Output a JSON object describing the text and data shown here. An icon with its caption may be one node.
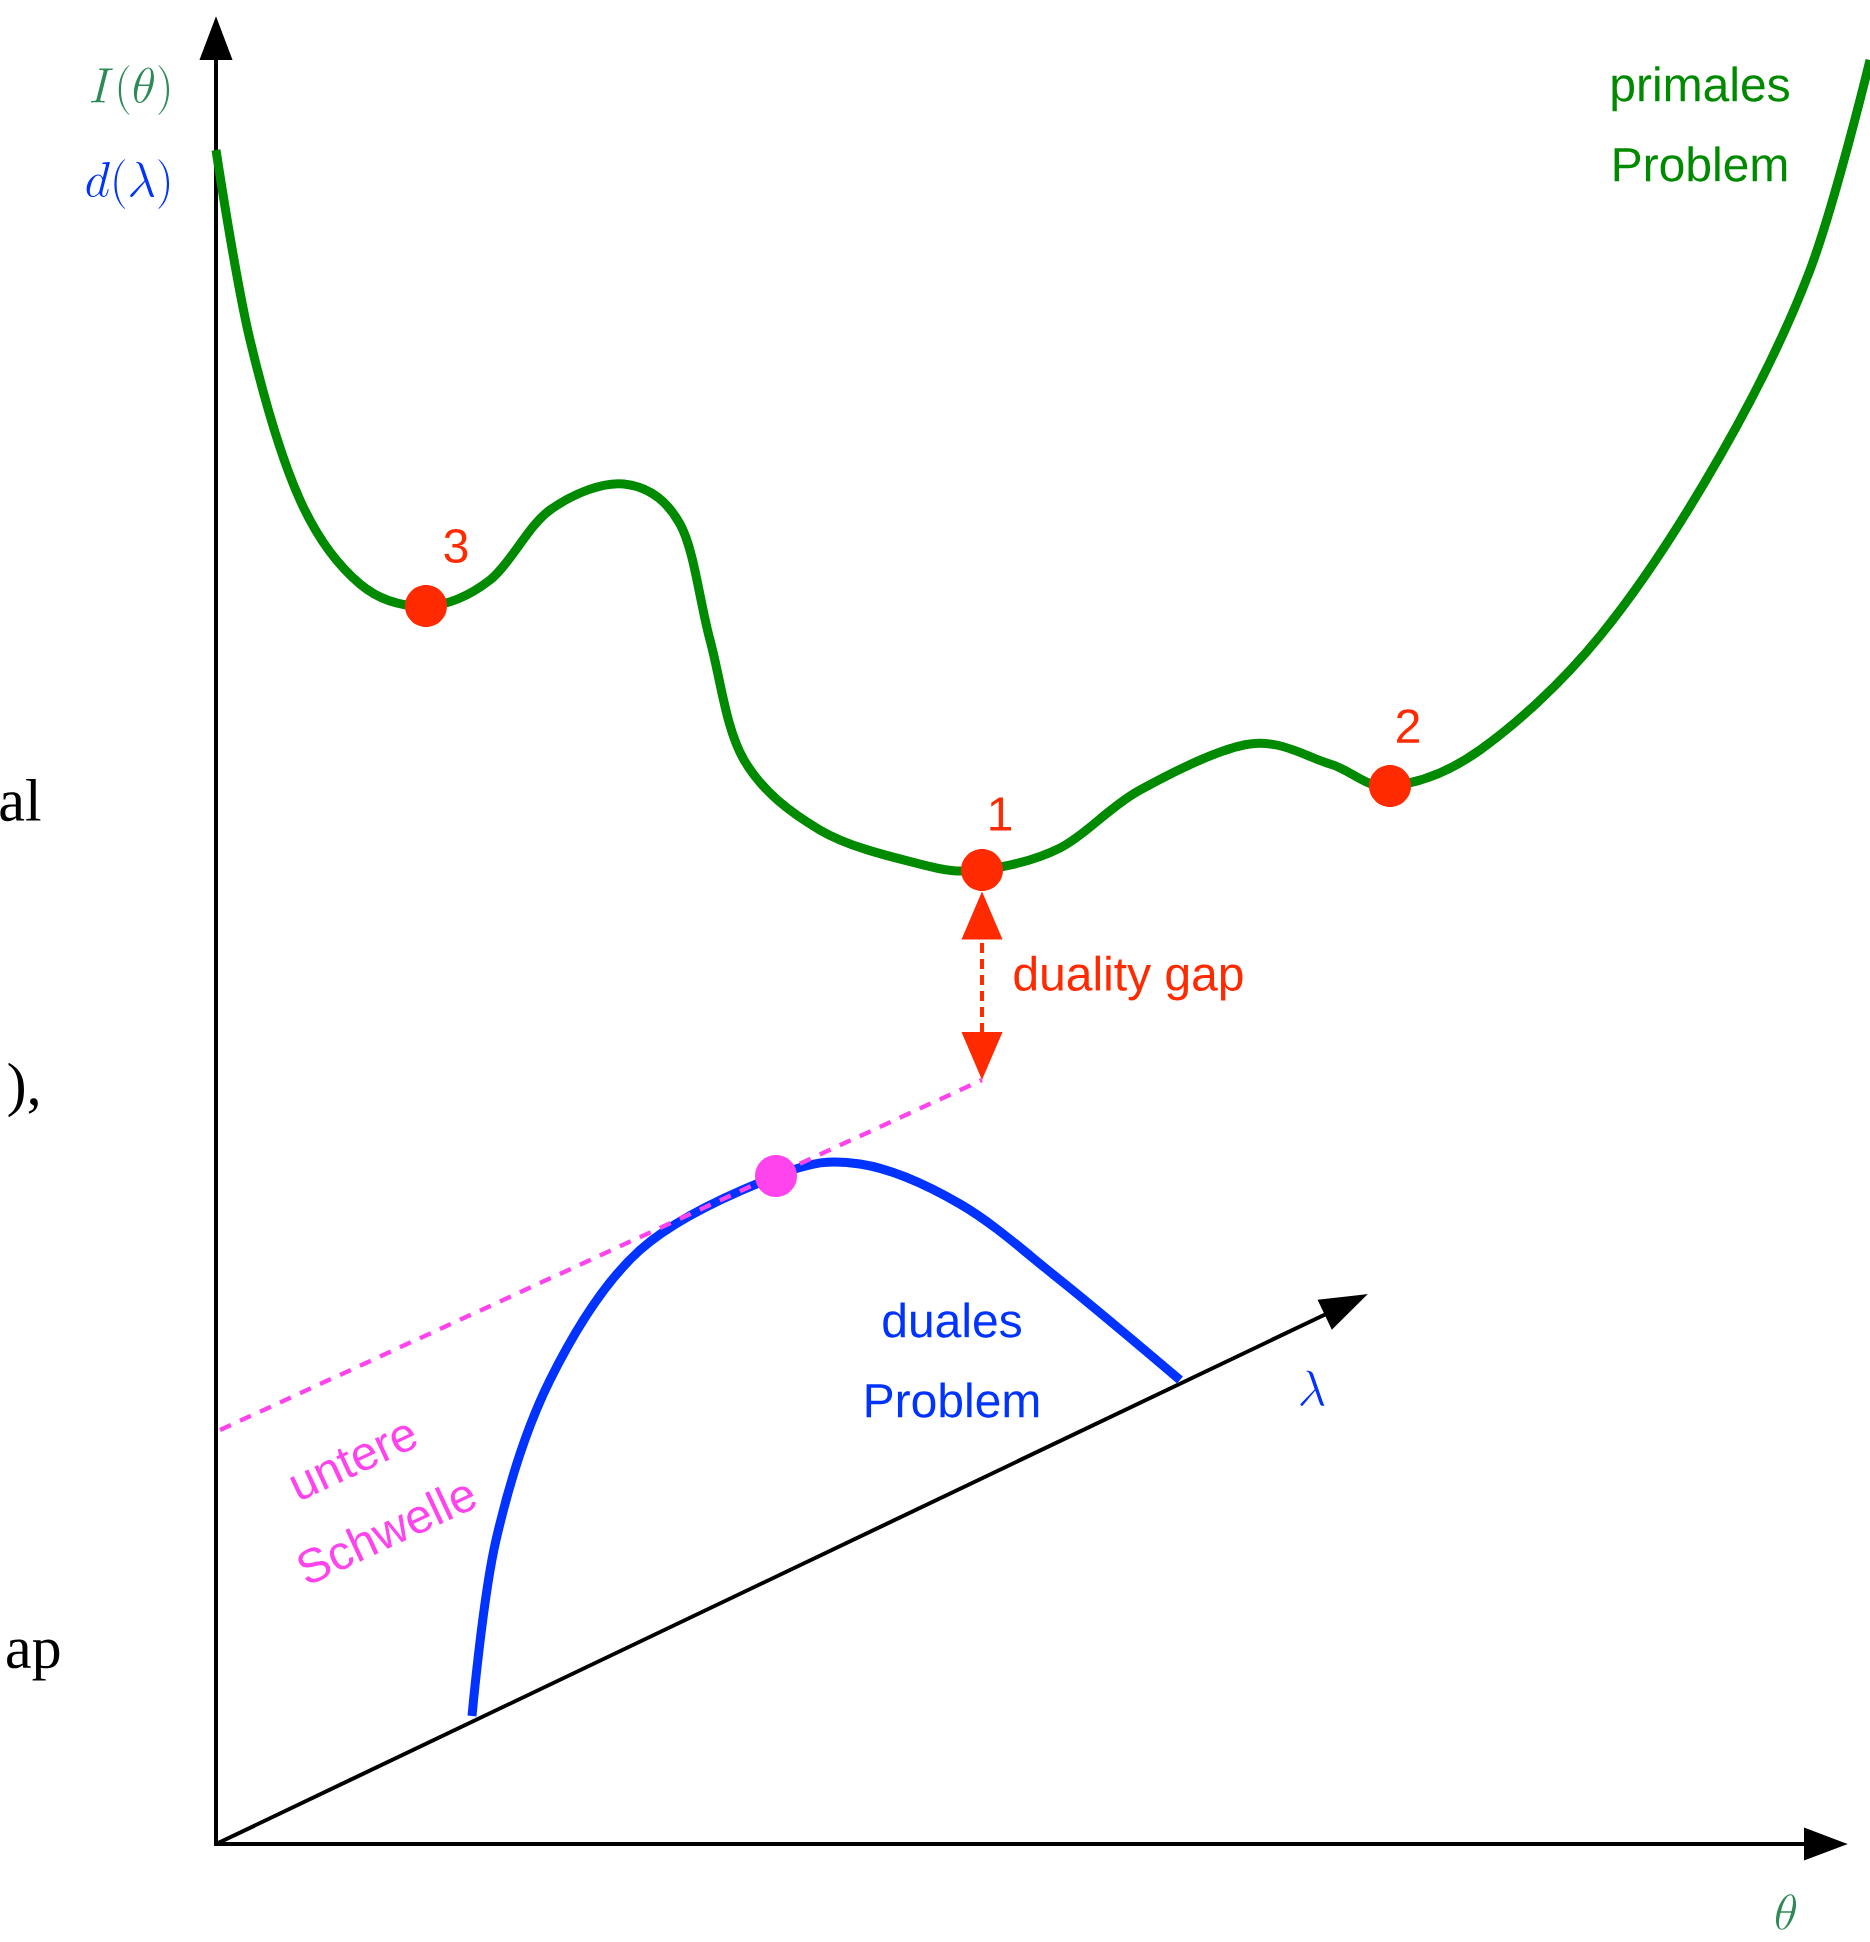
{
  "diagram": {
    "nodes": [
      {
        "text": [],
        "shape": "circle",
        "beside": [
          "3"
        ]
      },
      {
        "text": [],
        "shape": "circle",
        "beside": [
          "1"
        ]
      },
      {
        "text": [],
        "shape": "circle",
        "beside": [
          "2"
        ]
      },
      {
        "text": [],
        "shape": "circle"
      }
    ],
    "edges": [
      {
        "from": null,
        "to": 1,
        "arrow": "both",
        "label": "duality gap",
        "style": "dashed"
      }
    ],
    "labels": [
      "I(\\theta)",
      "primales Problem",
      "d(\\lambda)",
      "al",
      "),",
      "duales Problem",
      "\\lambda",
      "untere Schwelle",
      "ap",
      "\\theta"
    ]
  }
}
